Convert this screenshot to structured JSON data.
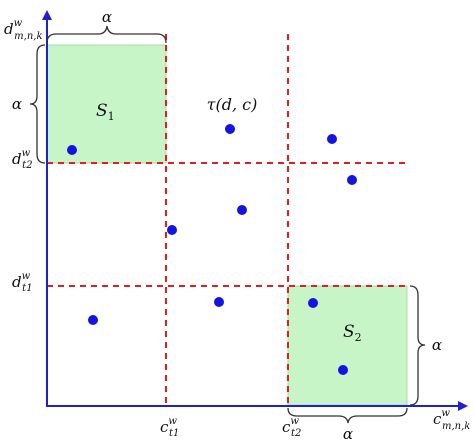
{
  "colors": {
    "axis": "#1f1fd6",
    "grid": "#e02020",
    "region_fill": "#c8f5c8",
    "region_stroke": "#a8dca8",
    "point": "#1414e0",
    "brace": "#333333"
  },
  "axes": {
    "y_label": {
      "base": "d",
      "sup": "w",
      "sub": "m,n,k"
    },
    "x_label": {
      "base": "c",
      "sup": "w",
      "sub": "m,n,k"
    }
  },
  "ticks": {
    "d_t2": {
      "base": "d",
      "sup": "w",
      "sub": "t2"
    },
    "d_t1": {
      "base": "d",
      "sup": "w",
      "sub": "t1"
    },
    "c_t1": {
      "base": "c",
      "sup": "w",
      "sub": "t1"
    },
    "c_t2": {
      "base": "c",
      "sup": "w",
      "sub": "t2"
    }
  },
  "regions": {
    "s1": {
      "base": "S",
      "sub": "1"
    },
    "s2": {
      "base": "S",
      "sub": "2"
    }
  },
  "braces": {
    "top": "α",
    "left": "α",
    "right": "α",
    "bottom": "α"
  },
  "function_label": "τ(d, c)"
}
